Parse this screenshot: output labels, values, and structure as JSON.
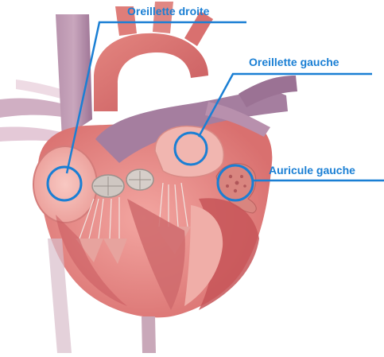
{
  "labels": {
    "right_atrium": "Oreillette droite",
    "left_atrium": "Oreillette gauche",
    "left_auricle": "Auricule gauche"
  },
  "colors": {
    "callout": "#1a7fd4",
    "myocardium": "#e98a86",
    "chamber_wall": "#f4b3ae",
    "vessel_purple": "#a67e9e",
    "aorta": "#d9706f",
    "valve": "#cfc7c2",
    "background": "#ffffff"
  }
}
